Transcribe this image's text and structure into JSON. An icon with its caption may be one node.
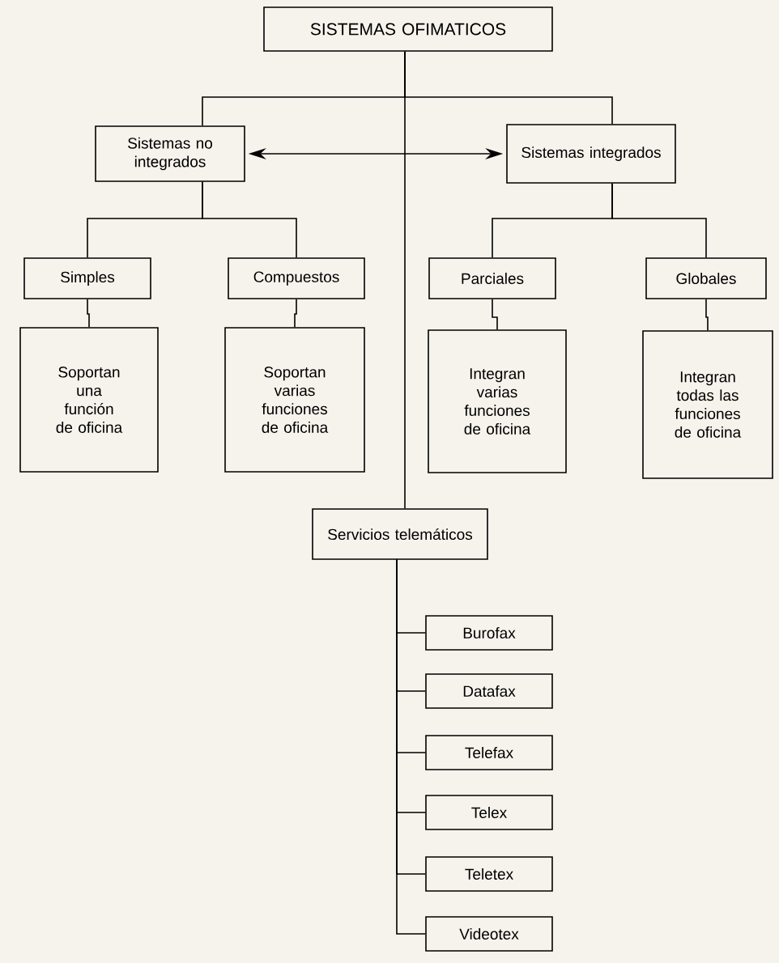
{
  "diagram": {
    "nodes": [
      {
        "text": [
          "SISTEMAS OFIMATICOS"
        ]
      },
      {
        "text": [
          "Sistemas no integrados"
        ]
      },
      {
        "text": [
          "Sistemas integrados"
        ]
      },
      {
        "text": [
          "Simples"
        ]
      },
      {
        "text": [
          "Compuestos"
        ]
      },
      {
        "text": [
          "Parciales"
        ]
      },
      {
        "text": [
          "Globales"
        ]
      },
      {
        "text": [
          "Soportan una función de oficina"
        ]
      },
      {
        "text": [
          "Soportan varias funciones de oficina"
        ]
      },
      {
        "text": [
          "Integran varias funciones de oficina"
        ]
      },
      {
        "text": [
          "Integran todas las funciones de oficina"
        ]
      },
      {
        "text": [
          "Servicios telemáticos"
        ]
      },
      {
        "text": [
          "Burofax"
        ]
      },
      {
        "text": [
          "Datafax"
        ]
      },
      {
        "text": [
          "Telefax"
        ]
      },
      {
        "text": [
          "Telex"
        ]
      },
      {
        "text": [
          "Teletex"
        ]
      },
      {
        "text": [
          "Videotex"
        ]
      }
    ],
    "edges": [
      {
        "from": 0,
        "to": 1,
        "arrow": "none"
      },
      {
        "from": 0,
        "to": 2,
        "arrow": "none"
      },
      {
        "from": 1,
        "to": 2,
        "arrow": "both"
      },
      {
        "from": 1,
        "to": 3,
        "arrow": "none"
      },
      {
        "from": 1,
        "to": 4,
        "arrow": "none"
      },
      {
        "from": 2,
        "to": 5,
        "arrow": "none"
      },
      {
        "from": 2,
        "to": 6,
        "arrow": "none"
      },
      {
        "from": 3,
        "to": 7,
        "arrow": "none"
      },
      {
        "from": 4,
        "to": 8,
        "arrow": "none"
      },
      {
        "from": 5,
        "to": 9,
        "arrow": "none"
      },
      {
        "from": 6,
        "to": 10,
        "arrow": "none"
      },
      {
        "from": 0,
        "to": 11,
        "arrow": "none"
      },
      {
        "from": 11,
        "to": 12,
        "arrow": "none"
      },
      {
        "from": 11,
        "to": 13,
        "arrow": "none"
      },
      {
        "from": 11,
        "to": 14,
        "arrow": "none"
      },
      {
        "from": 11,
        "to": 15,
        "arrow": "none"
      },
      {
        "from": 11,
        "to": 16,
        "arrow": "none"
      },
      {
        "from": 11,
        "to": 17,
        "arrow": "none"
      }
    ]
  }
}
